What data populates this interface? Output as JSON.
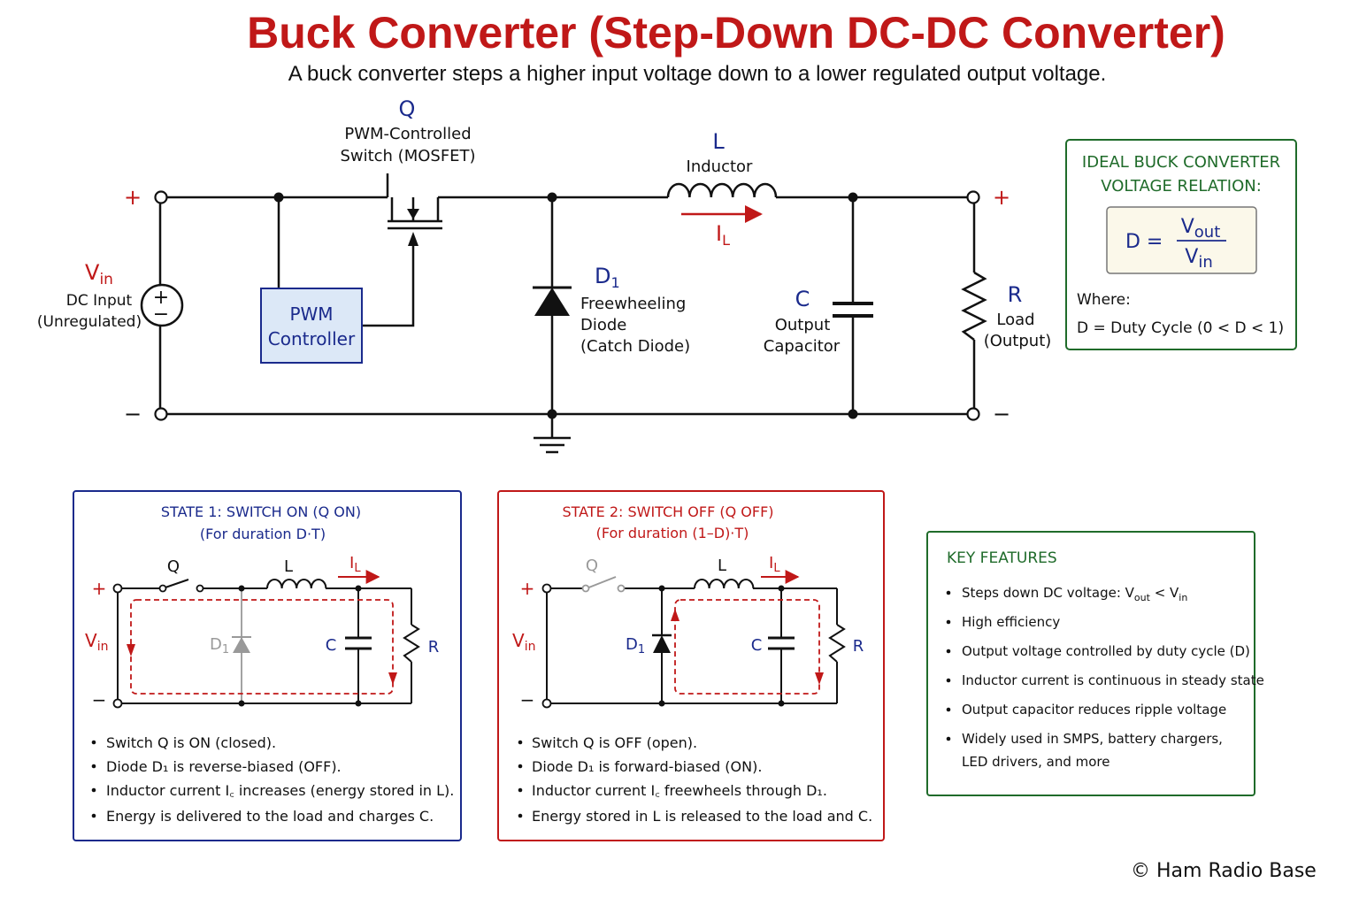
{
  "title": "Buck Converter (Step-Down DC-DC Converter)",
  "subtitle": "A buck converter steps a higher input voltage down to a lower regulated output voltage.",
  "colors": {
    "title": "#c01818",
    "blue": "#1a2a8c",
    "red": "#c01818",
    "green": "#1f6b2a",
    "pwm_fill": "#dce8f7"
  },
  "main": {
    "plus": "+",
    "minus": "−",
    "vin_symbol": "V",
    "vin_sub": "in",
    "vin_line1": "DC Input",
    "vin_line2": "(Unregulated)",
    "q_symbol": "Q",
    "q_line1": "PWM-Controlled",
    "q_line2": "Switch (MOSFET)",
    "pwm_line1": "PWM",
    "pwm_line2": "Controller",
    "l_symbol": "L",
    "l_label": "Inductor",
    "il_symbol": "I",
    "il_sub": "L",
    "d_symbol": "D",
    "d_sub": "1",
    "d_line1": "Freewheeling",
    "d_line2": "Diode",
    "d_line3": "(Catch Diode)",
    "c_symbol": "C",
    "c_line1": "Output",
    "c_line2": "Capacitor",
    "r_symbol": "R",
    "r_line1": "Load",
    "r_line2": "(Output)"
  },
  "relation": {
    "heading1": "IDEAL BUCK CONVERTER",
    "heading2": "VOLTAGE RELATION:",
    "lhs": "D  =",
    "num_v": "V",
    "num_sub": "out",
    "den_v": "V",
    "den_sub": "in",
    "where": "Where:",
    "definition": "D  =  Duty Cycle (0  <  D  <  1)"
  },
  "state1": {
    "title": "STATE 1: SWITCH ON (Q ON)",
    "duration": "(For duration D·T)",
    "q": "Q",
    "l": "L",
    "il": "I",
    "il_sub": "L",
    "vin": "V",
    "vin_sub": "in",
    "d": "D",
    "d_sub": "1",
    "c": "C",
    "r": "R",
    "plus": "+",
    "minus": "−",
    "bullets": [
      "Switch Q is ON (closed).",
      "Diode D₁ is reverse-biased (OFF).",
      "Inductor current I꜀ increases (energy stored in L).",
      "Energy is delivered to the load and charges C."
    ]
  },
  "state2": {
    "title": "STATE 2: SWITCH OFF (Q OFF)",
    "duration": "(For duration (1–D)·T)",
    "q": "Q",
    "l": "L",
    "il": "I",
    "il_sub": "L",
    "vin": "V",
    "vin_sub": "in",
    "d": "D",
    "d_sub": "1",
    "c": "C",
    "r": "R",
    "plus": "+",
    "minus": "−",
    "bullets": [
      "Switch Q is OFF (open).",
      "Diode D₁ is forward-biased (ON).",
      "Inductor current I꜀ freewheels through D₁.",
      "Energy stored in L is released to the load and C."
    ]
  },
  "features": {
    "heading": "KEY FEATURES",
    "item1_pre": "Steps down DC voltage: V",
    "item1_sub1": "out",
    "item1_mid": " < V",
    "item1_sub2": "in",
    "items": [
      "High efficiency",
      "Output voltage controlled by duty cycle (D)",
      "Inductor current is continuous in steady state",
      "Output capacitor reduces ripple voltage",
      "Widely used in SMPS, battery chargers,",
      "LED drivers, and more"
    ]
  },
  "copyright": "© Ham Radio Base"
}
